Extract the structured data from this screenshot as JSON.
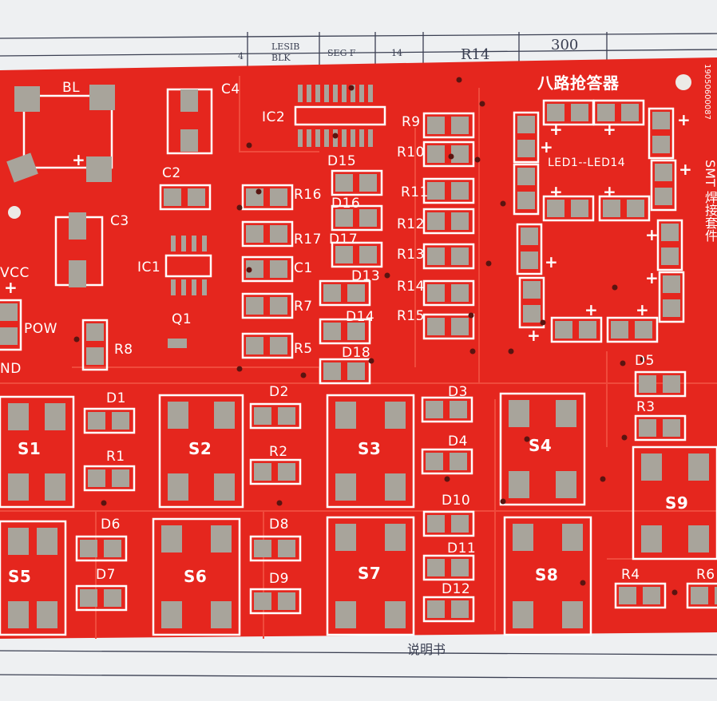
{
  "board": {
    "title": "八路抢答器",
    "led_range": "LED1--LED14",
    "serial": "19050600087",
    "kit_name": "SMT 焊接套件",
    "colors": {
      "board": "#e5261e",
      "silk": "#ffffff",
      "pad": "#a8a49b",
      "paper": "#eef0f2"
    }
  },
  "silkscreen": {
    "BL": "BL",
    "C4": "C4",
    "IC2": "IC2",
    "C2": "C2",
    "C3": "C3",
    "IC1": "IC1",
    "Q1": "Q1",
    "R8": "R8",
    "VCC": "VCC",
    "POW": "POW",
    "GND": "ND",
    "R16": "R16",
    "R17": "R17",
    "C1": "C1",
    "R7": "R7",
    "R5": "R5",
    "D15": "D15",
    "D16": "D16",
    "D17": "D17",
    "D13": "D13",
    "D14": "D14",
    "D18": "D18",
    "R9": "R9",
    "R10": "R10",
    "R11": "R11",
    "R12": "R12",
    "R13": "R13",
    "R14": "R14",
    "R15": "R15",
    "D1": "D1",
    "D2": "D2",
    "D3": "D3",
    "D4": "D4",
    "D5": "D5",
    "D6": "D6",
    "D7": "D7",
    "D8": "D8",
    "D9": "D9",
    "D10": "D10",
    "D11": "D11",
    "D12": "D12",
    "R1": "R1",
    "R2": "R2",
    "R3": "R3",
    "R4": "R4",
    "R6": "R6",
    "S1": "S1",
    "S2": "S2",
    "S3": "S3",
    "S4": "S4",
    "S5": "S5",
    "S6": "S6",
    "S7": "S7",
    "S8": "S8",
    "S9": "S9",
    "plus": "+"
  },
  "paper": {
    "r14": "R14",
    "val300": "300",
    "lesib": "LESIB",
    "blk": "BLK",
    "segf": "SEG F",
    "n14": "14",
    "n4": "4",
    "manual": "说明书"
  }
}
